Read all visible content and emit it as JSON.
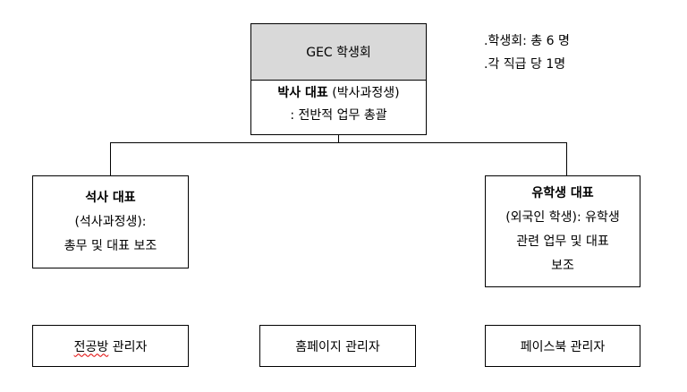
{
  "notes": {
    "line1": ".학생회: 총 6 명",
    "line2": ".각 직급 당 1명"
  },
  "top": {
    "title": "GEC 학생회",
    "role_bold": "박사 대표",
    "role_rest": " (박사과정생)",
    "duty": ": 전반적 업무 총괄"
  },
  "left": {
    "title": "석사 대표",
    "line1": "(석사과정생):",
    "line2": "총무 및 대표 보조"
  },
  "right": {
    "title": "유학생 대표",
    "line1": "(외국인 학생): 유학생",
    "line2": "관련 업무 및 대표",
    "line3": "보조"
  },
  "bottom": {
    "lab_admin_word": "전공방",
    "lab_admin_rest": " 관리자",
    "homepage_admin": "홈페이지 관리자",
    "facebook_admin": "페이스북 관리자"
  }
}
